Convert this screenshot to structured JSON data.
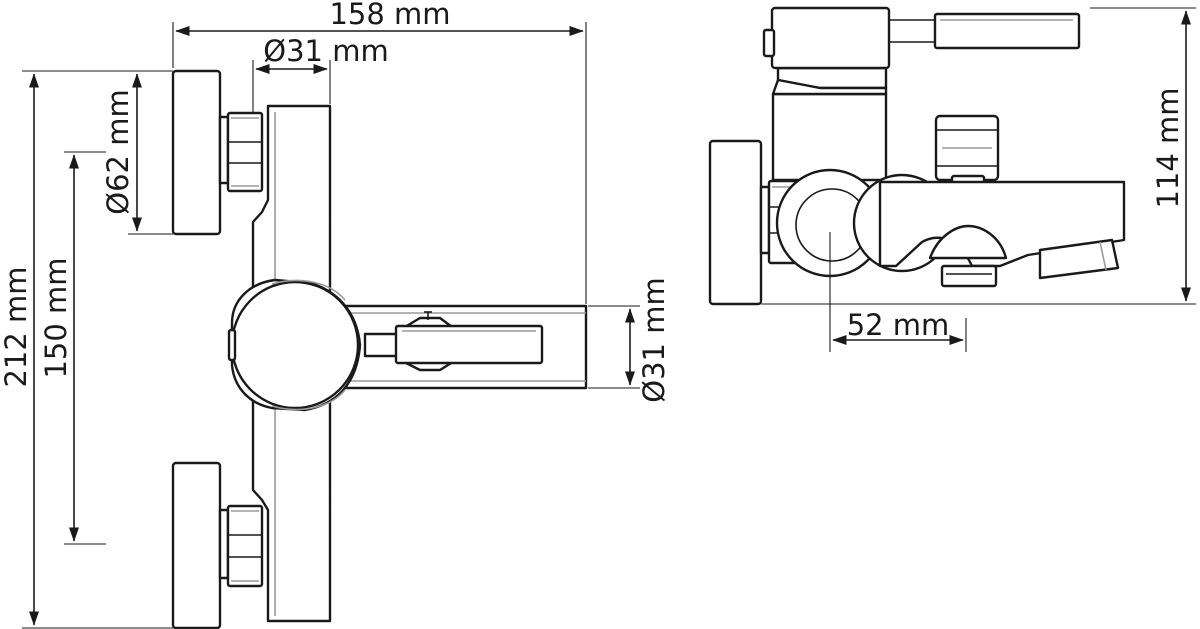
{
  "dimensions": {
    "front_width": "158 mm",
    "front_spout_diameter": "Ø31 mm",
    "front_plate_diameter": "Ø62 mm",
    "front_total_height": "212 mm",
    "front_inlet_spacing": "150 mm",
    "front_body_diameter": "Ø31 mm",
    "side_height": "114 mm",
    "side_depth": "52 mm"
  }
}
